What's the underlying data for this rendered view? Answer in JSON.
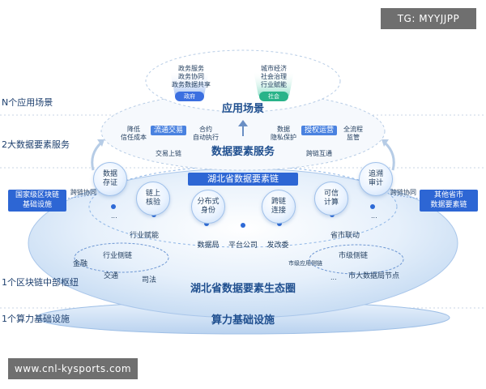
{
  "watermark_top": "TG: MYYJJPP",
  "watermark_bottom": "www.cnl-kysports.com",
  "left_labels": [
    "N个应用场景",
    "2大数据要素服务",
    "1个区块链中部枢纽",
    "1个算力基础设施"
  ],
  "top_layer": {
    "gov_lines": [
      "政务服务",
      "政务协同",
      "政务数据共享"
    ],
    "gov_tag": "政府",
    "soc_lines": [
      "城市经济",
      "社会治理",
      "行业赋能"
    ],
    "soc_tag": "社会",
    "title": "应用场景"
  },
  "service_layer": {
    "title": "数据要素服务",
    "items_left": [
      "降低",
      "信任成本"
    ],
    "circulation": "流通交易",
    "contract": [
      "合约",
      "自动执行"
    ],
    "data_chain": "交易上链",
    "privacy": [
      "数据",
      "隐私保护"
    ],
    "auth_ops": "授权运营",
    "full_process": [
      "全流程",
      "监管"
    ],
    "cross_chain": "跨链互通"
  },
  "hub": {
    "banner": "湖北省数据要素链",
    "circles": [
      [
        "数据",
        "存证"
      ],
      [
        "链上",
        "核验"
      ],
      [
        "分布式",
        "身份"
      ],
      [
        "跨链",
        "连接"
      ],
      [
        "可信",
        "计算"
      ],
      [
        "追溯",
        "审计"
      ]
    ],
    "cross_left": "跨链协同",
    "cross_right": "跨链协同",
    "left_box": [
      "国家级区块链",
      "基础设施"
    ],
    "right_box": [
      "其他省市",
      "数据要素链"
    ],
    "ellipsis": "...",
    "industry": "行业赋能",
    "province_city": "省市联动",
    "nodes_mid": [
      "数据局",
      "平台公司",
      "发改委"
    ],
    "side_chain_left": "行业侧链",
    "side_chain_right": "市级侧链",
    "left_sectors": [
      "金融",
      "交通",
      "司法"
    ],
    "app_chain": "市级应用侧链",
    "big_data_nodes": "市大数据局节点",
    "ecosystem": "湖北省数据要素生态圈"
  },
  "compute": {
    "title": "算力基础设施"
  }
}
